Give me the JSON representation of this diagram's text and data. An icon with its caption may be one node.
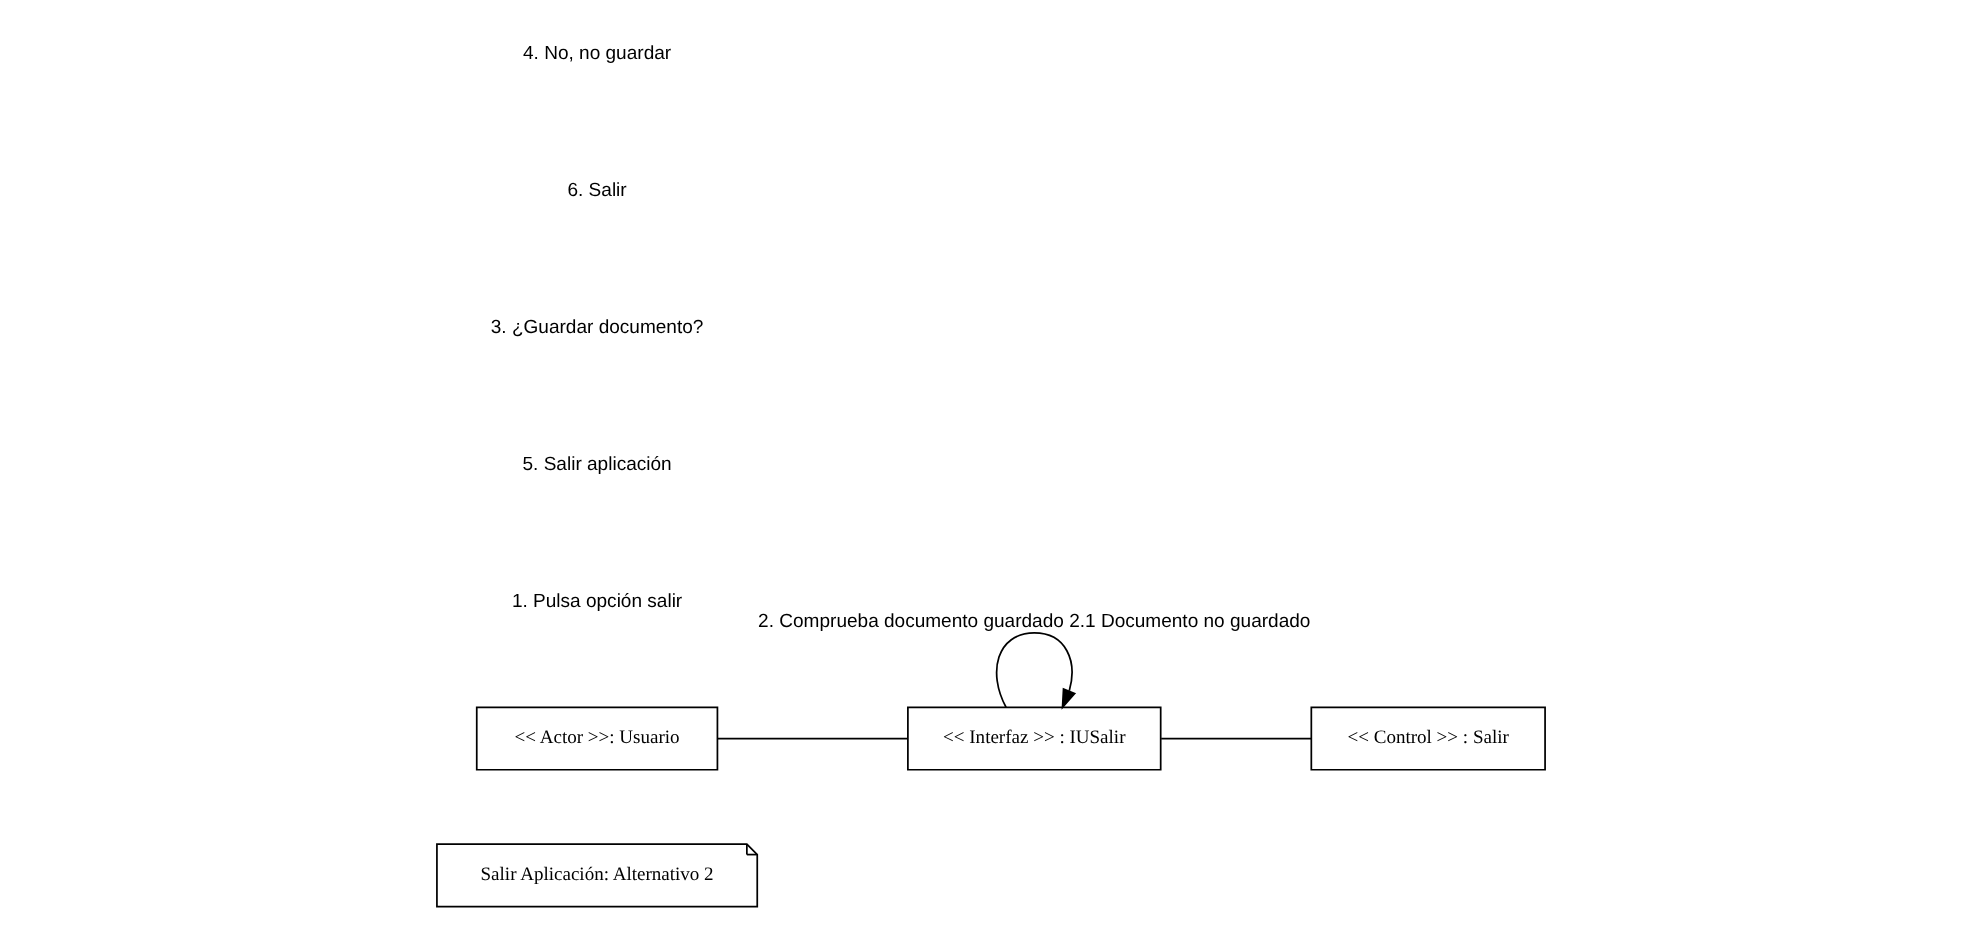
{
  "diagram": {
    "nodes": [
      {
        "text": [
          "Salir Aplicación: Alternativo 2"
        ]
      },
      {
        "text": [
          "<< Actor >>: Usuario"
        ]
      },
      {
        "text": [
          "<< Interfaz >> : IUSalir"
        ]
      },
      {
        "text": [
          "<< Control >> : Salir"
        ]
      }
    ],
    "edges": [
      {
        "from": 1,
        "to": 2,
        "arrow": "none"
      },
      {
        "from": 2,
        "to": 3,
        "arrow": "none"
      },
      {
        "from": 2,
        "to": 2,
        "arrow": "to",
        "label": "2. Comprueba documento guardado 2.1 Documento no guardado"
      }
    ],
    "labels": [
      "1. Pulsa opción salir",
      "5. Salir aplicación",
      "3. ¿Guardar documento?",
      "6. Salir",
      "4. No, no guardar"
    ]
  }
}
